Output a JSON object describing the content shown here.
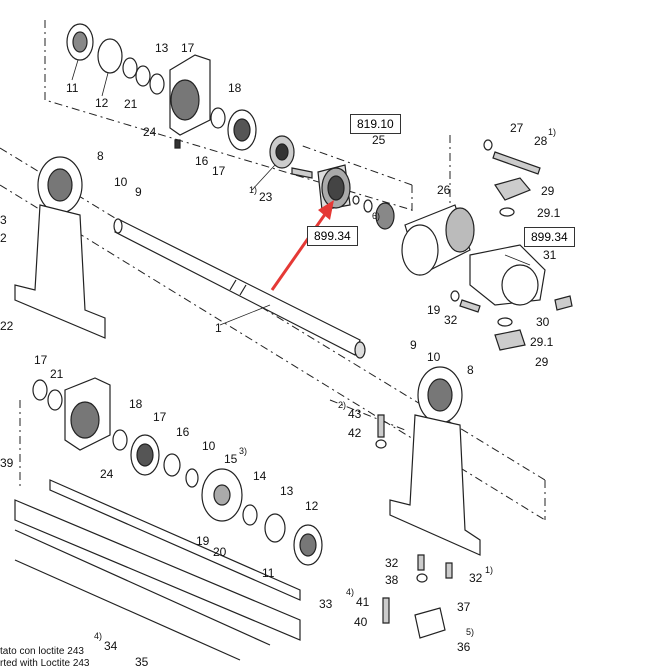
{
  "reference_boxes": [
    "819.10",
    "899.34",
    "899.34"
  ],
  "part_numbers": [
    "11",
    "12",
    "13",
    "17",
    "21",
    "18",
    "24",
    "16",
    "17",
    "8",
    "10",
    "9",
    "1)",
    "23",
    "25",
    "6)",
    "27",
    "28",
    "1)",
    "29",
    "29.1",
    "26",
    "31",
    "19",
    "32",
    "30",
    "29.1",
    "29",
    "1",
    "3",
    "2",
    "22",
    "9",
    "10",
    "8",
    "17",
    "21",
    "18",
    "17",
    "16",
    "10",
    "15",
    "3)",
    "14",
    "13",
    "12",
    "24",
    "2)",
    "43",
    "42",
    "39",
    "19",
    "20",
    "11",
    "32",
    "38",
    "32",
    "1)",
    "4)",
    "41",
    "40",
    "33",
    "37",
    "36",
    "5)",
    "35",
    "4)",
    "34"
  ],
  "notes": [
    "tato con loctite 243",
    "rted with Loctite 243"
  ],
  "pointer_arrow_color": "#e53935"
}
